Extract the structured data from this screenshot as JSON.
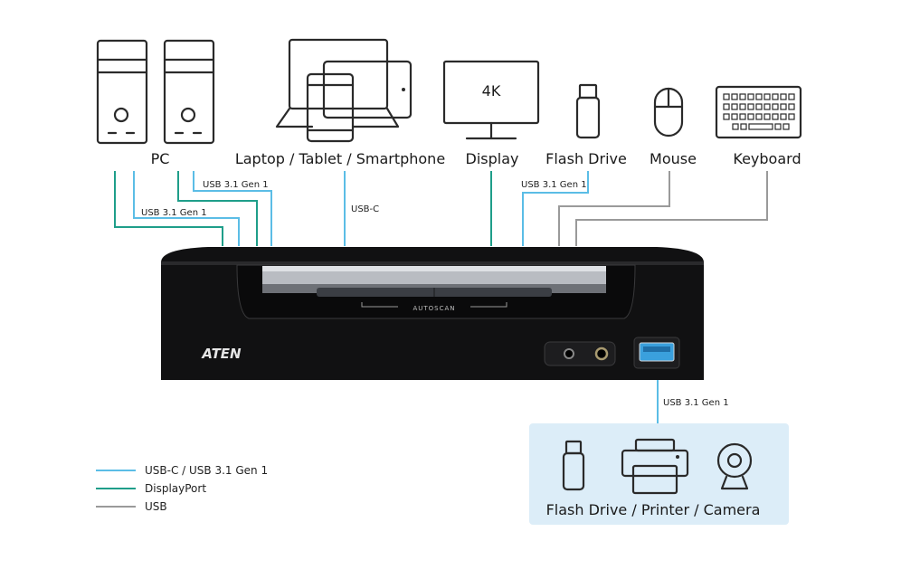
{
  "devices": {
    "pc": "PC",
    "laptop": "Laptop / Tablet / Smartphone",
    "display": "Display",
    "display_res": "4K",
    "flash_drive": "Flash Drive",
    "mouse": "Mouse",
    "keyboard": "Keyboard",
    "peripherals": "Flash Drive / Printer / Camera"
  },
  "connections": {
    "pc1_usb": "USB 3.1 Gen 1",
    "pc2_usb": "USB 3.1 Gen 1",
    "laptop_usb": "USB-C",
    "flash_usb": "USB 3.1 Gen 1",
    "front_usb": "USB 3.1 Gen 1"
  },
  "unit": {
    "brand": "ATEN",
    "button": "AUTOSCAN"
  },
  "legend": [
    {
      "label": "USB-C / USB 3.1 Gen 1",
      "color": "#5bbde6"
    },
    {
      "label": "DisplayPort",
      "color": "#1f9e8a"
    },
    {
      "label": "USB",
      "color": "#9a9a9a"
    }
  ],
  "colors": {
    "usbc": "#5bbde6",
    "displayport": "#1f9e8a",
    "usb": "#9a9a9a",
    "peripheral_box": "#dcedf8"
  }
}
